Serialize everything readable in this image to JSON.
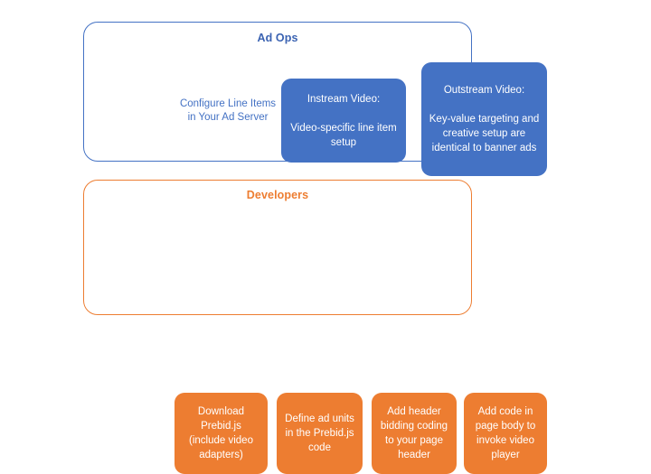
{
  "diagram": {
    "groups": [
      {
        "id": "ad-ops",
        "title": "Ad Ops",
        "accent_color": "#4472C4",
        "notes": [
          {
            "id": "configure-line-items",
            "text": "Configure Line Items in Your Ad Server"
          }
        ],
        "cards": [
          {
            "id": "instream-video",
            "text": "Instream Video:\n\nVideo-specific line item setup",
            "fill_color": "#4472C4",
            "text_color": "#FFFFFF"
          },
          {
            "id": "outstream-video",
            "text": "Outstream Video:\n\nKey-value targeting and creative setup are identical to banner ads",
            "fill_color": "#4472C4",
            "text_color": "#FFFFFF"
          }
        ]
      },
      {
        "id": "developers",
        "title": "Developers",
        "accent_color": "#ED7D31",
        "notes": [],
        "cards": [
          {
            "id": "download-prebid",
            "text": "Download Prebid.js (include video adapters)",
            "fill_color": "#ED7D31",
            "text_color": "#FFFFFF"
          },
          {
            "id": "define-ad-units",
            "text": "Define ad units in the Prebid.js code",
            "fill_color": "#ED7D31",
            "text_color": "#FFFFFF"
          },
          {
            "id": "add-header-bidding-code",
            "text": "Add header bidding coding to your page header",
            "fill_color": "#ED7D31",
            "text_color": "#FFFFFF"
          },
          {
            "id": "add-page-body-code",
            "text": "Add code in page body to invoke video player",
            "fill_color": "#ED7D31",
            "text_color": "#FFFFFF"
          }
        ]
      }
    ]
  }
}
